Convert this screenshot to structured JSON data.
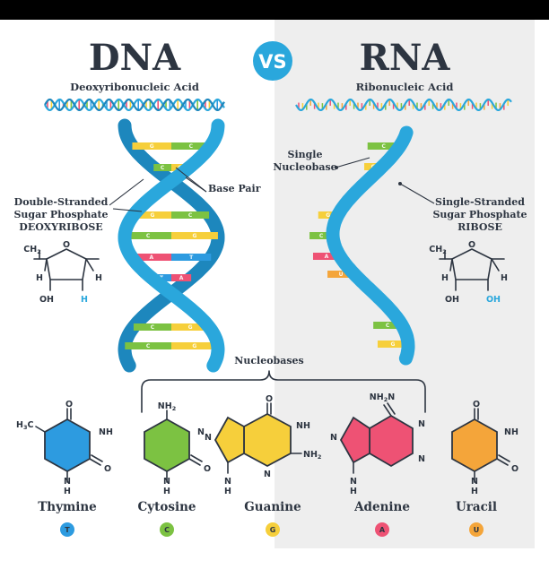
{
  "dna": {
    "title": "DNA",
    "subtitle": "Deoxyribonucleic Acid",
    "label_double": [
      "Double-Stranded",
      "Sugar Phosphate",
      "DEOXYRIBOSE"
    ],
    "label_base_pair": "Base Pair"
  },
  "vs": "VS",
  "rna": {
    "title": "RNA",
    "subtitle": "Ribonucleic Acid",
    "label_single_nucleobase": [
      "Single",
      "Nucleobase"
    ],
    "label_single": [
      "Single-Stranded",
      "Sugar Phosphate",
      "RIBOSE"
    ]
  },
  "sugar": {
    "ch2": "CH",
    "ch2_sub": "2",
    "o": "O",
    "h": "H",
    "oh": "OH"
  },
  "nucleobases_label": "Nucleobases",
  "nucleobases": [
    {
      "name": "Thymine",
      "letter": "T",
      "color": "#2d9be0"
    },
    {
      "name": "Cytosine",
      "letter": "C",
      "color": "#7cc242"
    },
    {
      "name": "Guanine",
      "letter": "G",
      "color": "#f6cf3b"
    },
    {
      "name": "Adenine",
      "letter": "A",
      "color": "#ee5274"
    },
    {
      "name": "Uracil",
      "letter": "U",
      "color": "#f4a53a"
    }
  ],
  "atoms": {
    "h3c": "H",
    "h3c_tail": "C",
    "three": "3",
    "nh": "NH",
    "nh2_n": "NH",
    "two": "2",
    "n": "N",
    "h": "H",
    "o": "O",
    "h2n": "N"
  },
  "colors": {
    "helix": "#2aa7dc",
    "helix_dark": "#1d87bd",
    "rna_bg": "#eeeeee",
    "top_bar": "#000000",
    "text": "#2d3541",
    "vs_bg": "#2aa7dc"
  }
}
